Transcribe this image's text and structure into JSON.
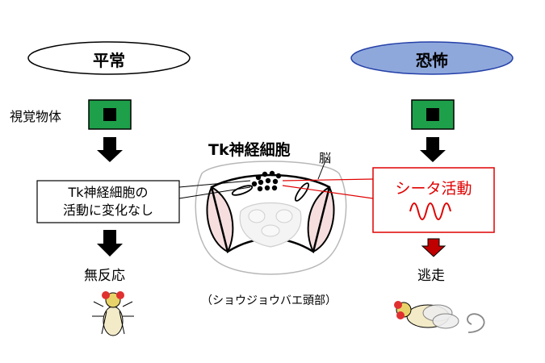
{
  "left": {
    "state_label": "平常",
    "stimulus_label": "視覚物体",
    "callout_line1": "Tk神経細胞の",
    "callout_line2": "活動に変化なし",
    "outcome": "無反応"
  },
  "right": {
    "state_label": "恐怖",
    "callout": "シータ活動",
    "outcome": "逃走"
  },
  "center": {
    "neuron_label": "Tk神経細胞",
    "brain_label": "脳",
    "caption": "（ショウジョウバエ頭部）"
  },
  "colors": {
    "fear_oval_fill": "#8fa8dc",
    "fear_oval_stroke": "#2440a8",
    "stimulus_green": "#1ea04a",
    "theta_red": "#e00000",
    "eye_pink": "#f6dede"
  }
}
